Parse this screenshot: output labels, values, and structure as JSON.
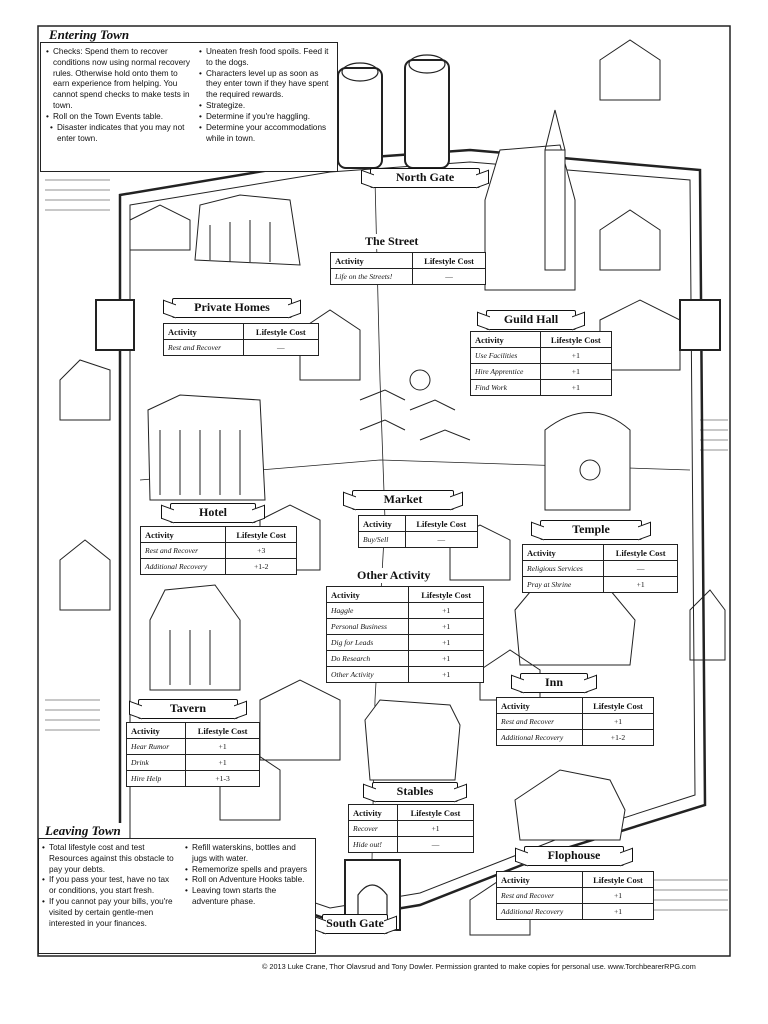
{
  "entering": {
    "title": "Entering Town",
    "col1": [
      {
        "text": "Checks: Spend them to recover conditions now using normal recovery rules. Otherwise hold onto them to earn experience from helping. You cannot spend checks to make tests in town.",
        "sub": false
      },
      {
        "text": "Roll on the Town Events table.",
        "sub": false
      },
      {
        "text": "Disaster indicates that you may not enter town.",
        "sub": true
      }
    ],
    "col2": [
      "Uneaten fresh food spoils. Feed it to the dogs.",
      "Characters level up as soon as they enter town if they have spent the required rewards.",
      "Strategize.",
      "Determine if you're haggling.",
      "Determine your accommodations while in town."
    ]
  },
  "leaving": {
    "title": "Leaving Town",
    "col1": [
      "Total lifestyle cost and test Resources against this obstacle to pay your debts.",
      "If you pass your test, have no tax or conditions, you start fresh.",
      "If you cannot pay your bills, you're visited by certain gentle-men interested in your finances."
    ],
    "col2": [
      "Refill waterskins, bottles and jugs with water.",
      "Rememorize spells and prayers",
      "Roll on Adventure Hooks table.",
      "Leaving town starts the adventure phase."
    ]
  },
  "headers": {
    "activity": "Activity",
    "cost": "Lifestyle Cost"
  },
  "locations": {
    "north_gate": {
      "name": "North Gate"
    },
    "street": {
      "name": "The Street",
      "rows": [
        [
          "Life on the Streets!",
          "—"
        ]
      ]
    },
    "private_homes": {
      "name": "Private Homes",
      "rows": [
        [
          "Rest and Recover",
          "—"
        ]
      ]
    },
    "guild_hall": {
      "name": "Guild Hall",
      "rows": [
        [
          "Use Facilities",
          "+1"
        ],
        [
          "Hire Apprentice",
          "+1"
        ],
        [
          "Find Work",
          "+1"
        ]
      ]
    },
    "hotel": {
      "name": "Hotel",
      "rows": [
        [
          "Rest and Recover",
          "+3"
        ],
        [
          "Additional Recovery",
          "+1-2"
        ]
      ]
    },
    "market": {
      "name": "Market",
      "rows": [
        [
          "Buy/Sell",
          "—"
        ]
      ]
    },
    "temple": {
      "name": "Temple",
      "rows": [
        [
          "Religious Services",
          "—"
        ],
        [
          "Pray at Shrine",
          "+1"
        ]
      ]
    },
    "other": {
      "name": "Other Activity",
      "rows": [
        [
          "Haggle",
          "+1"
        ],
        [
          "Personal Business",
          "+1"
        ],
        [
          "Dig for Leads",
          "+1"
        ],
        [
          "Do Research",
          "+1"
        ],
        [
          "Other Activity",
          "+1"
        ]
      ]
    },
    "inn": {
      "name": "Inn",
      "rows": [
        [
          "Rest and Recover",
          "+1"
        ],
        [
          "Additional Recovery",
          "+1-2"
        ]
      ]
    },
    "tavern": {
      "name": "Tavern",
      "rows": [
        [
          "Hear Rumor",
          "+1"
        ],
        [
          "Drink",
          "+1"
        ],
        [
          "Hire Help",
          "+1-3"
        ]
      ]
    },
    "stables": {
      "name": "Stables",
      "rows": [
        [
          "Recover",
          "+1"
        ],
        [
          "Hide out!",
          "—"
        ]
      ]
    },
    "flophouse": {
      "name": "Flophouse",
      "rows": [
        [
          "Rest and Recover",
          "+1"
        ],
        [
          "Additional Recovery",
          "+1"
        ]
      ]
    },
    "south_gate": {
      "name": "South Gate"
    }
  },
  "copyright": "© 2013 Luke Crane, Thor Olavsrud and Tony Dowler. Permission granted to make copies for personal use. www.TorchbearerRPG.com"
}
